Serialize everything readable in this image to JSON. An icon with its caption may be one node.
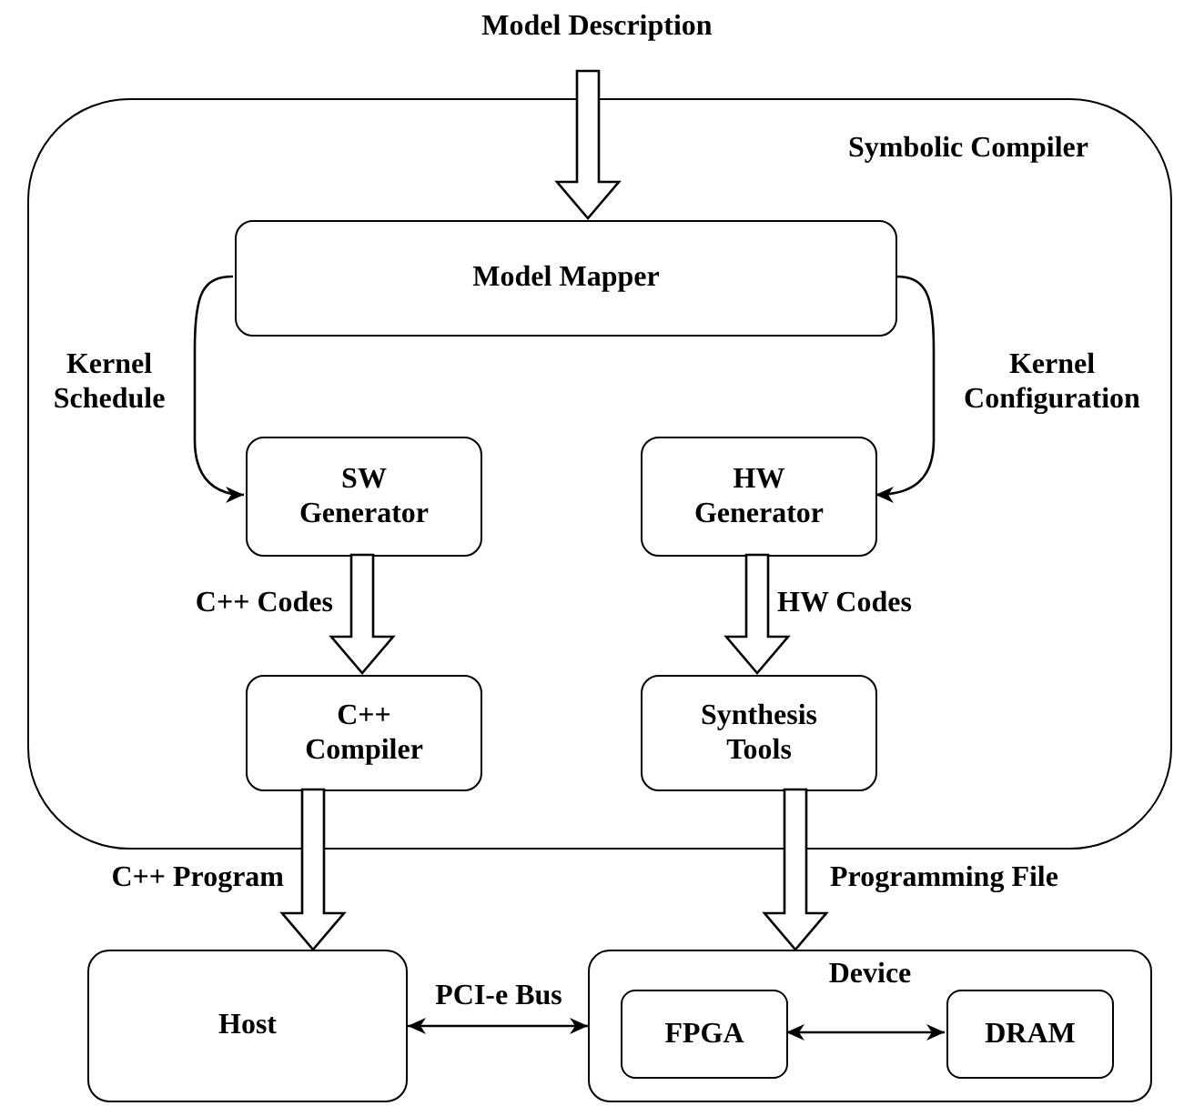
{
  "diagram": {
    "nodes": [
      {
        "text": [
          "Model Description"
        ]
      },
      {
        "text": [
          "Symbolic Compiler"
        ]
      },
      {
        "text": [
          "Model Mapper"
        ],
        "in": 1
      },
      {
        "text": [
          "SW Generator"
        ],
        "in": 1
      },
      {
        "text": [
          "HW Generator"
        ],
        "in": 1
      },
      {
        "text": [
          "C++ Compiler"
        ],
        "in": 1
      },
      {
        "text": [
          "Synthesis Tools"
        ],
        "in": 1
      },
      {
        "text": [
          "Host"
        ]
      },
      {
        "text": [
          "Device"
        ]
      },
      {
        "text": [
          "FPGA"
        ],
        "in": 8
      },
      {
        "text": [
          "DRAM"
        ],
        "in": 8
      }
    ],
    "edges": [
      {
        "from": 0,
        "to": 2,
        "arrow": "to",
        "style": "thick"
      },
      {
        "from": 2,
        "to": 3,
        "arrow": "to",
        "label": "Kernel Schedule"
      },
      {
        "from": 2,
        "to": 4,
        "arrow": "to",
        "label": "Kernel Configuration"
      },
      {
        "from": 3,
        "to": 5,
        "arrow": "to",
        "style": "thick",
        "label": "C++ Codes"
      },
      {
        "from": 4,
        "to": 6,
        "arrow": "to",
        "style": "thick",
        "label": "HW Codes"
      },
      {
        "from": 5,
        "to": 7,
        "arrow": "to",
        "style": "thick",
        "label": "C++ Program"
      },
      {
        "from": 6,
        "to": 8,
        "arrow": "to",
        "style": "thick",
        "label": "Programming File"
      },
      {
        "from": 7,
        "to": 8,
        "arrow": "both",
        "label": "PCI-e Bus"
      },
      {
        "from": 9,
        "to": 10,
        "arrow": "both"
      }
    ]
  }
}
